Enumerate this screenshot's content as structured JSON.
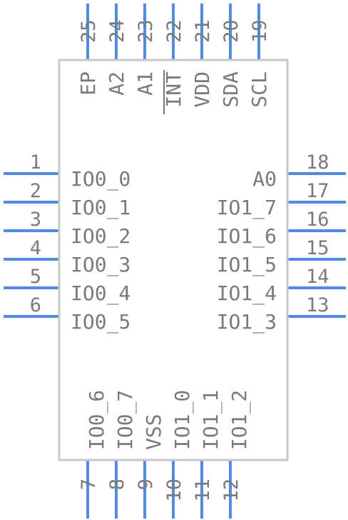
{
  "pins": {
    "left": [
      {
        "num": "1",
        "label": "IO0_0"
      },
      {
        "num": "2",
        "label": "IO0_1"
      },
      {
        "num": "3",
        "label": "IO0_2"
      },
      {
        "num": "4",
        "label": "IO0_3"
      },
      {
        "num": "5",
        "label": "IO0_4"
      },
      {
        "num": "6",
        "label": "IO0_5"
      }
    ],
    "bottom": [
      {
        "num": "7",
        "label": "IO0_6"
      },
      {
        "num": "8",
        "label": "IO0_7"
      },
      {
        "num": "9",
        "label": "VSS"
      },
      {
        "num": "10",
        "label": "IO1_0"
      },
      {
        "num": "11",
        "label": "IO1_1"
      },
      {
        "num": "12",
        "label": "IO1_2"
      }
    ],
    "right": [
      {
        "num": "13",
        "label": "IO1_3"
      },
      {
        "num": "14",
        "label": "IO1_4"
      },
      {
        "num": "15",
        "label": "IO1_5"
      },
      {
        "num": "16",
        "label": "IO1_6"
      },
      {
        "num": "17",
        "label": "IO1_7"
      },
      {
        "num": "18",
        "label": "A0"
      }
    ],
    "top": [
      {
        "num": "19",
        "label": "SCL"
      },
      {
        "num": "20",
        "label": "SDA"
      },
      {
        "num": "21",
        "label": "VDD"
      },
      {
        "num": "22",
        "label": "INT"
      },
      {
        "num": "23",
        "label": "A1"
      },
      {
        "num": "24",
        "label": "A2"
      },
      {
        "num": "25",
        "label": "EP"
      }
    ]
  },
  "colors": {
    "pin": "#4f8bdf",
    "text": "#7a7a7a",
    "outline": "#c8c8c8"
  }
}
